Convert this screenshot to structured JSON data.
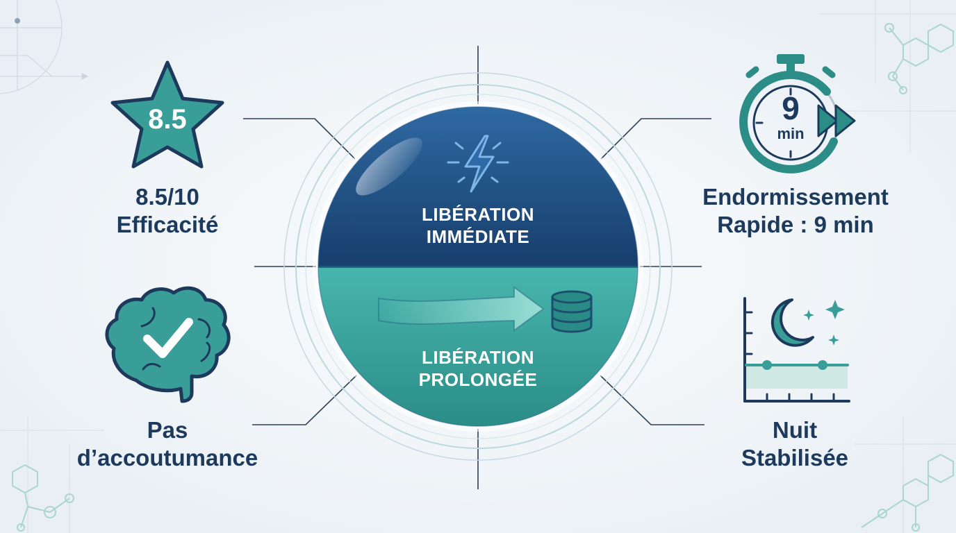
{
  "rating": {
    "badge": "8.5",
    "line1": "8.5/10",
    "line2": "Efficacité"
  },
  "sleep_onset": {
    "timer_value": "9",
    "timer_unit": "min",
    "line1": "Endormissement",
    "line2": "Rapide : 9 min"
  },
  "addiction": {
    "line1": "Pas",
    "line2": "d’accoutumance"
  },
  "night": {
    "line1": "Nuit",
    "line2": "Stabilisée"
  },
  "pill": {
    "top_line1": "LIBÉRATION",
    "top_line2": "IMMÉDIATE",
    "bottom_line1": "LIBÉRATION",
    "bottom_line2": "PROLONGÉE"
  },
  "colors": {
    "navy": "#1e4a7c",
    "navy_dark": "#163a66",
    "teal": "#3a9e98",
    "teal_light": "#5cc2b6",
    "text": "#1d3a5c",
    "background": "#f1f5f8"
  },
  "icons": [
    "star-icon",
    "stopwatch-icon",
    "brain-check-icon",
    "moon-chart-icon",
    "lightning-icon",
    "arrow-stack-icon",
    "molecule-icon"
  ]
}
